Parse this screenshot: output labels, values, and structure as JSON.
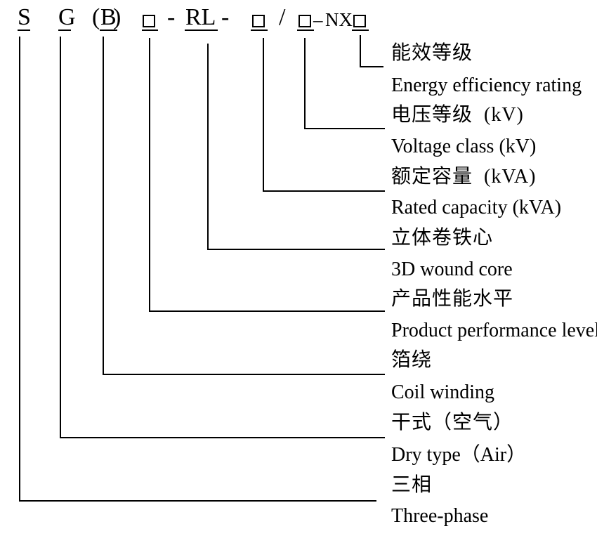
{
  "colors": {
    "ink": "#000000",
    "background": "#ffffff"
  },
  "code": {
    "full_string": "S G（B）□-RL-□/□–NX□",
    "segments": [
      {
        "t": "S",
        "underline": true
      },
      {
        "t": "G",
        "underline": true
      },
      {
        "t": "(",
        "underline": false
      },
      {
        "t": "B",
        "underline": true
      },
      {
        "t": ")",
        "underline": false
      },
      {
        "t": "□",
        "underline": true,
        "box": true
      },
      {
        "t": "-",
        "underline": false
      },
      {
        "t": "RL",
        "underline": true
      },
      {
        "t": "-",
        "underline": false
      },
      {
        "t": "□",
        "underline": true,
        "box": true
      },
      {
        "t": "/",
        "underline": false
      },
      {
        "t": "□",
        "underline": true,
        "box": true
      },
      {
        "t": "–",
        "underline": false
      },
      {
        "t": "NX",
        "underline": false
      },
      {
        "t": "□",
        "underline": true,
        "box": true
      }
    ]
  },
  "rows": [
    {
      "zh": "能效等级",
      "en": "Energy efficiency rating"
    },
    {
      "zh": "电压等级  (kV)",
      "en": "Voltage class (kV)"
    },
    {
      "zh": "额定容量  (kVA)",
      "en": "Rated capacity (kVA)"
    },
    {
      "zh": "立体卷铁心",
      "en": "3D wound core"
    },
    {
      "zh": "产品性能水平",
      "en": "Product performance level"
    },
    {
      "zh": "箔绕",
      "en": "Coil winding"
    },
    {
      "zh": "干式（空气）",
      "en": "Dry type（Air）"
    },
    {
      "zh": "三相",
      "en": "Three-phase"
    }
  ]
}
